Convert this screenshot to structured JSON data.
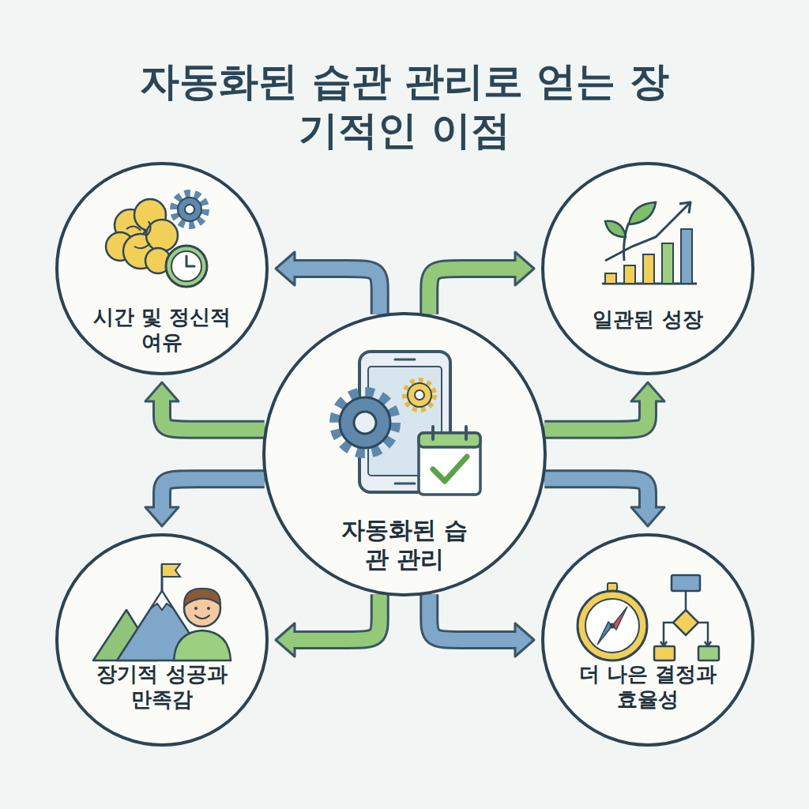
{
  "diagram": {
    "title": "자동화된 습관 관리로 얻는 장기적인 이점",
    "nodes": [
      {
        "text": [
          "시간 및 정신적 여유"
        ]
      },
      {
        "text": [
          "일관된 성장"
        ]
      },
      {
        "text": [
          "자동화된 습관 관리"
        ]
      },
      {
        "text": [
          "장기적 성공과 만족감"
        ]
      },
      {
        "text": [
          "더 나은 결정과 효율성"
        ]
      }
    ],
    "edges": [
      {
        "from": 2,
        "to": 0,
        "arrow": "to"
      },
      {
        "from": 2,
        "to": 0,
        "arrow": "to"
      },
      {
        "from": 2,
        "to": 1,
        "arrow": "to"
      },
      {
        "from": 2,
        "to": 1,
        "arrow": "to"
      },
      {
        "from": 2,
        "to": 3,
        "arrow": "to"
      },
      {
        "from": 2,
        "to": 3,
        "arrow": "to"
      },
      {
        "from": 2,
        "to": 4,
        "arrow": "to"
      },
      {
        "from": 2,
        "to": 4,
        "arrow": "to"
      }
    ]
  }
}
